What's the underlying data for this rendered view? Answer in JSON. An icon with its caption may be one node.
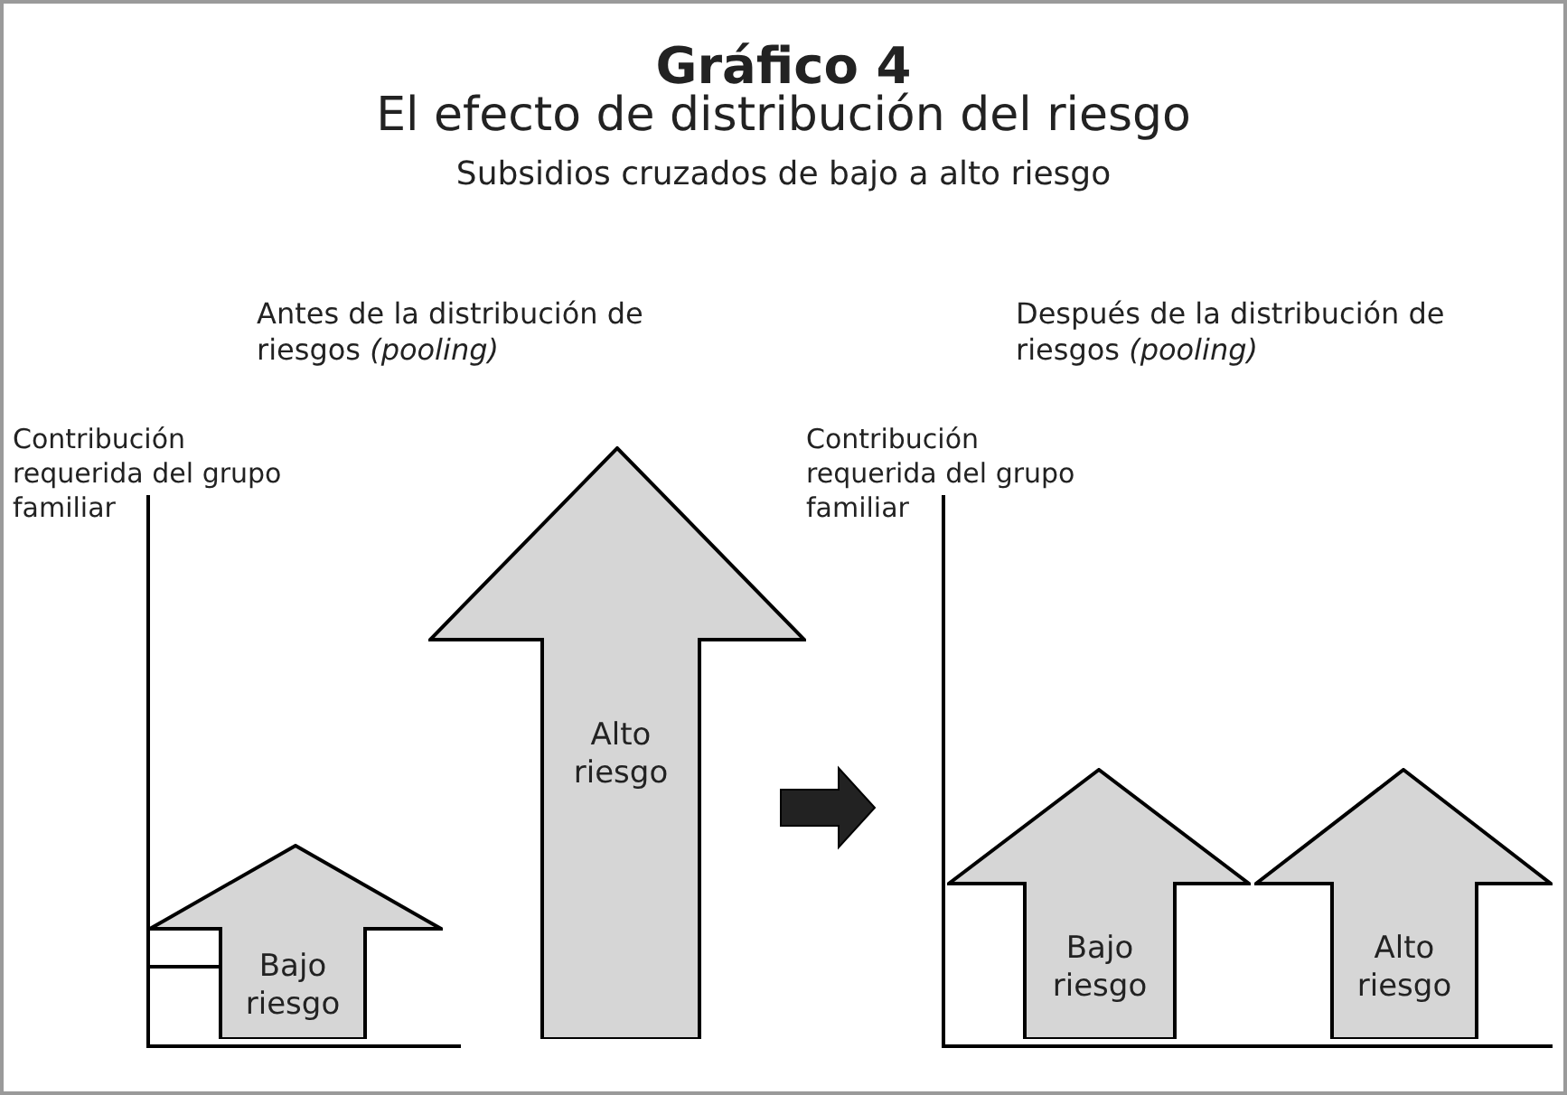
{
  "diagram": {
    "title": "Gráfico 4",
    "nodes": [
      {
        "text": [
          "Bajo riesgo"
        ]
      },
      {
        "text": [
          "Alto riesgo"
        ]
      },
      {
        "text": [
          "Bajo riesgo"
        ]
      },
      {
        "text": [
          "Alto riesgo"
        ]
      }
    ],
    "labels": [
      "El efecto de distribución del riesgo",
      "Subsidios cruzados de bajo a alto riesgo",
      "Antes de la distribución de riesgos *(pooling)*",
      "Después de la distribución de riesgos *(pooling)*",
      "Contribución requerida del grupo familiar",
      "Contribución requerida del grupo familiar"
    ]
  }
}
